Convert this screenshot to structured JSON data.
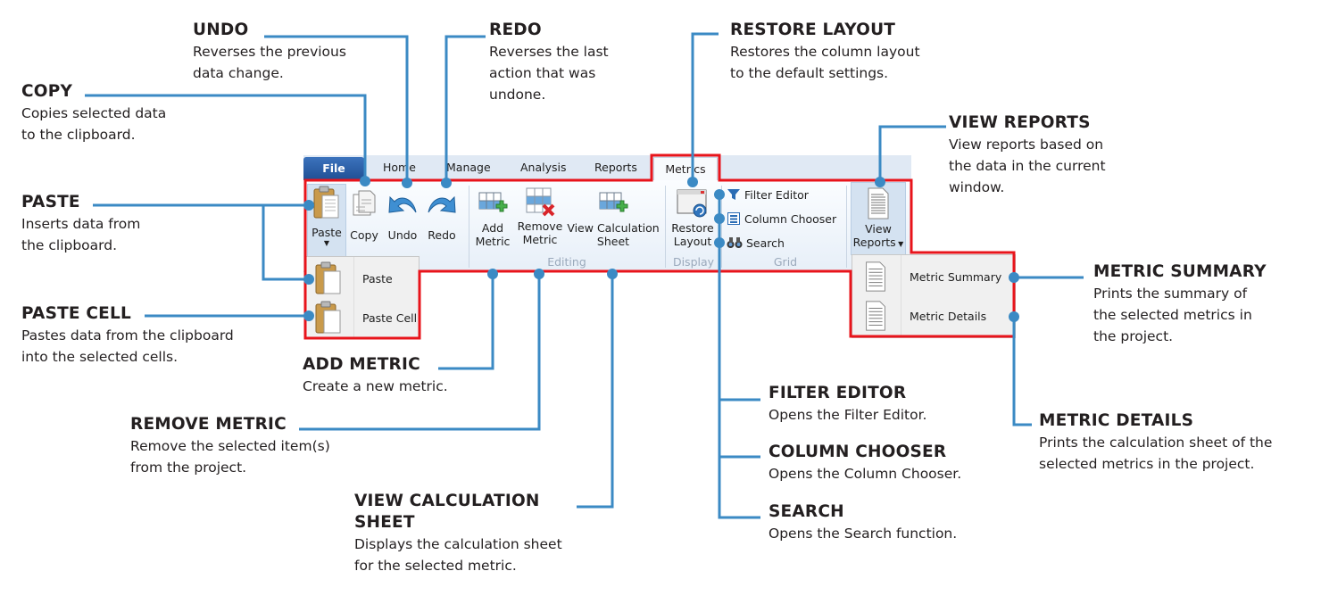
{
  "ribbon": {
    "tabs": {
      "file": "File",
      "home": "Home",
      "manage": "Manage",
      "analysis": "Analysis",
      "reports": "Reports",
      "metrics": "Metrics"
    },
    "buttons": {
      "paste": "Paste",
      "copy": "Copy",
      "undo": "Undo",
      "redo": "Redo",
      "add_metric_1": "Add",
      "add_metric_2": "Metric",
      "remove_metric_1": "Remove",
      "remove_metric_2": "Metric",
      "view_calc_1": "View Calculation",
      "view_calc_2": "Sheet",
      "restore_layout_1": "Restore",
      "restore_layout_2": "Layout",
      "filter_editor": "Filter Editor",
      "column_chooser": "Column Chooser",
      "search": "Search",
      "view_reports_1": "View",
      "view_reports_2": "Reports"
    },
    "groups": {
      "editing": "Editing",
      "display": "Display",
      "grid": "Grid"
    },
    "paste_menu": [
      "Paste",
      "Paste Cell"
    ],
    "reports_menu": [
      "Metric Summary",
      "Metric Details"
    ]
  },
  "annotations": {
    "undo": {
      "title": "UNDO",
      "desc": "Reverses the previous\ndata change."
    },
    "redo": {
      "title": "REDO",
      "desc": "Reverses the last\naction that was\nundone."
    },
    "copy": {
      "title": "COPY",
      "desc": "Copies selected data\nto the clipboard."
    },
    "restore_layout": {
      "title": "RESTORE LAYOUT",
      "desc": "Restores the column layout\nto the default settings."
    },
    "view_reports": {
      "title": "VIEW REPORTS",
      "desc": "View reports based on\nthe data in the current\nwindow."
    },
    "paste": {
      "title": "PASTE",
      "desc": "Inserts data from\nthe clipboard."
    },
    "paste_cell": {
      "title": "PASTE CELL",
      "desc": "Pastes data from the clipboard\ninto the selected cells."
    },
    "add_metric": {
      "title": "ADD METRIC",
      "desc": "Create a new metric."
    },
    "remove_metric": {
      "title": "REMOVE METRIC",
      "desc": "Remove the selected item(s)\nfrom the project."
    },
    "view_calc": {
      "title": "VIEW CALCULATION\nSHEET",
      "desc": "Displays the calculation sheet\nfor the selected metric."
    },
    "metric_summary": {
      "title": "METRIC SUMMARY",
      "desc": "Prints the summary of\nthe selected metrics in\nthe project."
    },
    "metric_details": {
      "title": "METRIC DETAILS",
      "desc": "Prints the calculation sheet of the\nselected metrics in the project."
    },
    "filter_editor": {
      "title": "FILTER EDITOR",
      "desc": "Opens the Filter Editor."
    },
    "column_chooser": {
      "title": "COLUMN CHOOSER",
      "desc": "Opens the Column Chooser."
    },
    "search": {
      "title": "SEARCH",
      "desc": "Opens the Search function."
    }
  },
  "colors": {
    "highlight": "#e8141b",
    "connector": "#3b8ac4",
    "file_tab": "#2a5ea8"
  }
}
